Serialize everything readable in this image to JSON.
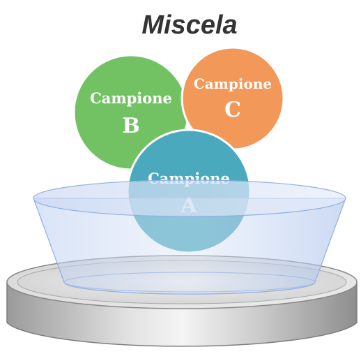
{
  "title": "Miscela",
  "samples": [
    {
      "id": "b",
      "word": "Campione",
      "letter": "B",
      "color": "#72c264"
    },
    {
      "id": "c",
      "word": "Campione",
      "letter": "C",
      "color": "#f2995a"
    },
    {
      "id": "a",
      "word": "Campione",
      "letter": "A",
      "color": "#4aa9bd"
    }
  ],
  "colors": {
    "stage_top": "#e4e4e4",
    "stage_side": "#b0b0b0",
    "dish": "#c6d7f2"
  },
  "icons": {
    "stage": "round-platform",
    "container": "transparent-bowl"
  }
}
